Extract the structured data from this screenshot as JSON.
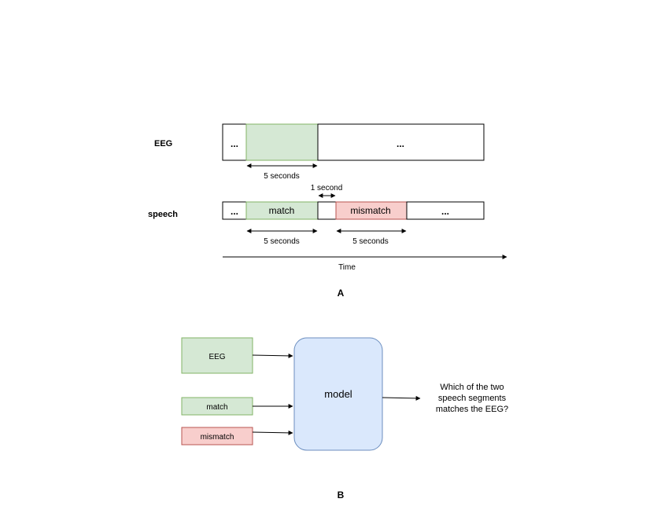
{
  "panel_a": {
    "eeg_label": "EEG",
    "speech_label": "speech",
    "ellipsis": "...",
    "match_label": "match",
    "mismatch_label": "mismatch",
    "eeg_duration": "5 seconds",
    "gap_label": "1 second",
    "match_duration": "5 seconds",
    "mismatch_duration": "5 seconds",
    "time_label": "Time",
    "panel_label": "A"
  },
  "panel_b": {
    "eeg_input": "EEG",
    "match_input": "match",
    "mismatch_input": "mismatch",
    "model_label": "model",
    "output_lines": [
      "Which of the two",
      "speech segments",
      "matches the EEG?"
    ],
    "panel_label": "B"
  },
  "colors": {
    "match_fill": "#d5e8d4",
    "match_stroke": "#82b366",
    "mismatch_fill": "#f8cecc",
    "mismatch_stroke": "#b85450",
    "model_fill": "#dae8fc",
    "model_stroke": "#6c8ebf"
  }
}
